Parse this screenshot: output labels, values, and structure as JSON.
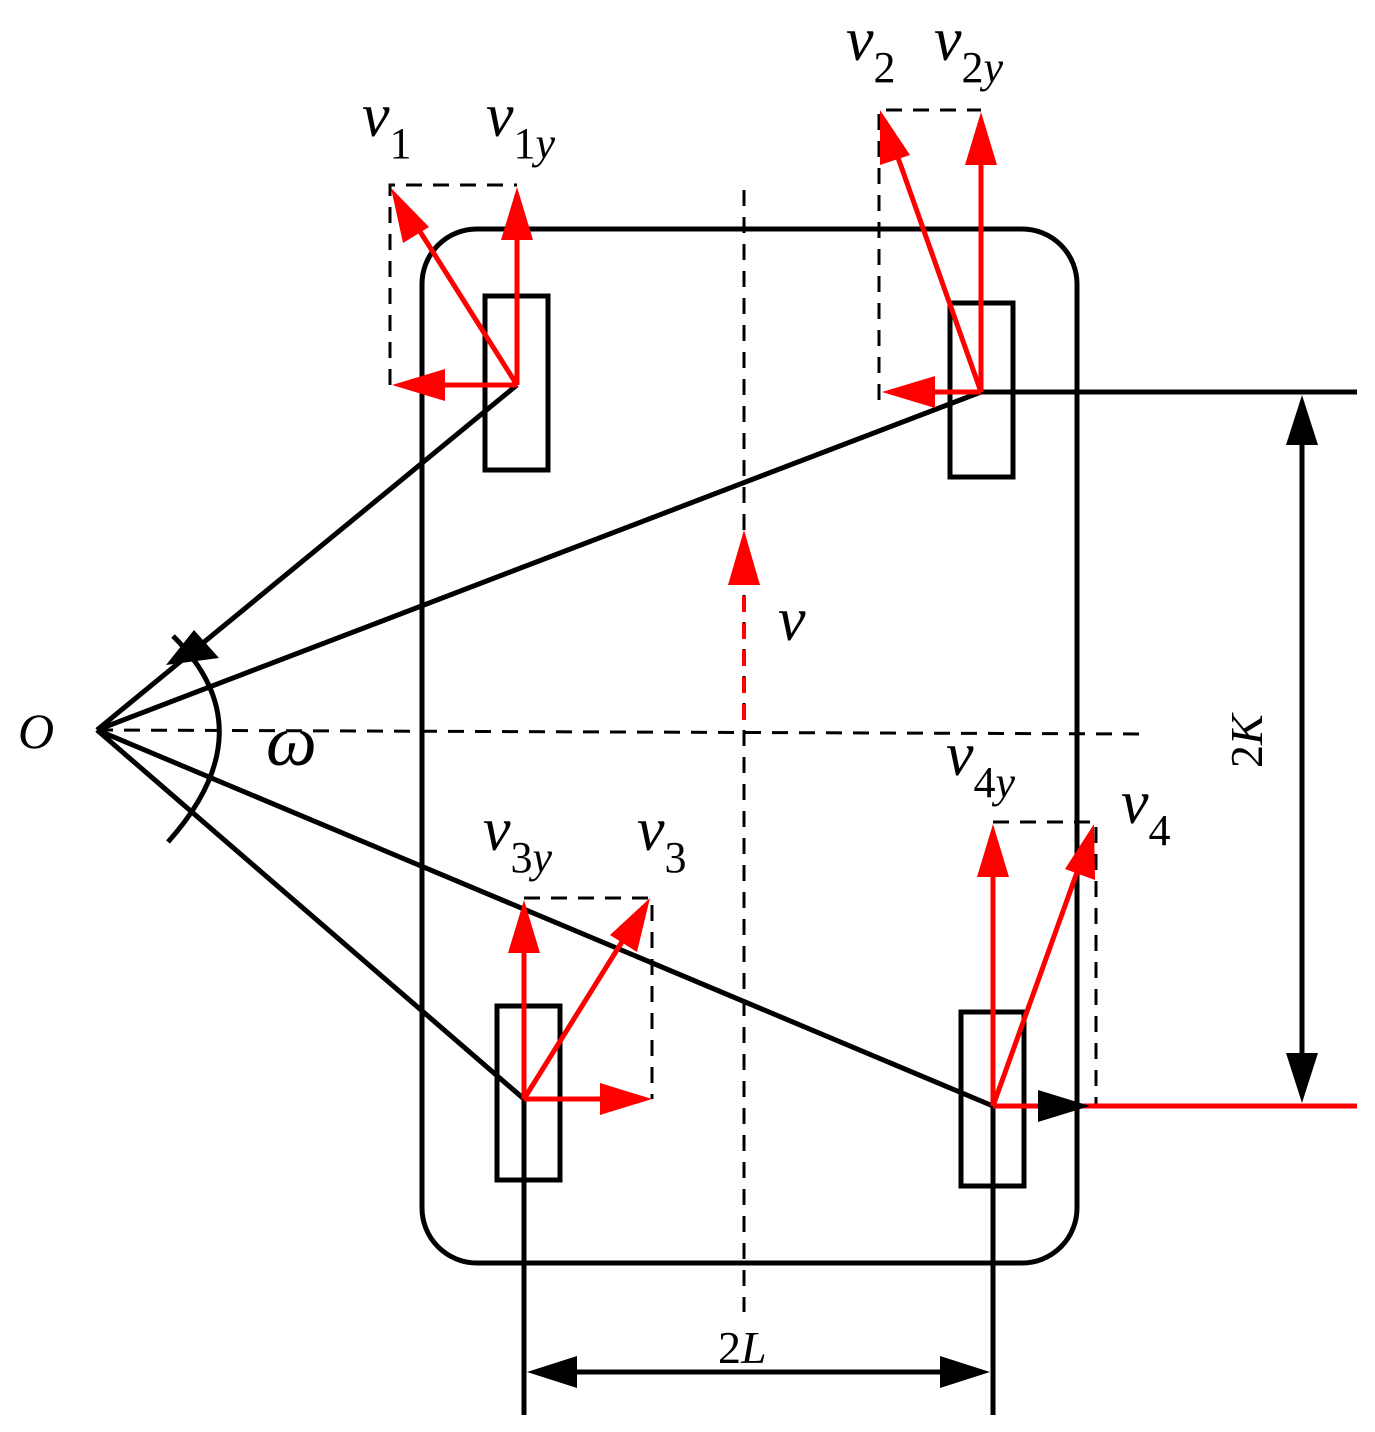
{
  "labels": {
    "origin": "O",
    "omega": "ω",
    "v": "v",
    "v1": {
      "base": "v",
      "sub": "1"
    },
    "v1y": {
      "base": "v",
      "sub": "1",
      "sub2": "y"
    },
    "v2": {
      "base": "v",
      "sub": "2"
    },
    "v2y": {
      "base": "v",
      "sub": "2",
      "sub2": "y"
    },
    "v3": {
      "base": "v",
      "sub": "3"
    },
    "v3y": {
      "base": "v",
      "sub": "3",
      "sub2": "y"
    },
    "v4": {
      "base": "v",
      "sub": "4"
    },
    "v4y": {
      "base": "v",
      "sub": "4",
      "sub2": "y"
    },
    "dim_width": {
      "num": "2",
      "var": "L"
    },
    "dim_height": {
      "num": "2",
      "var": "K"
    }
  },
  "colors": {
    "structure": "#000000",
    "velocity": "#ff0000",
    "background": "#ffffff"
  }
}
